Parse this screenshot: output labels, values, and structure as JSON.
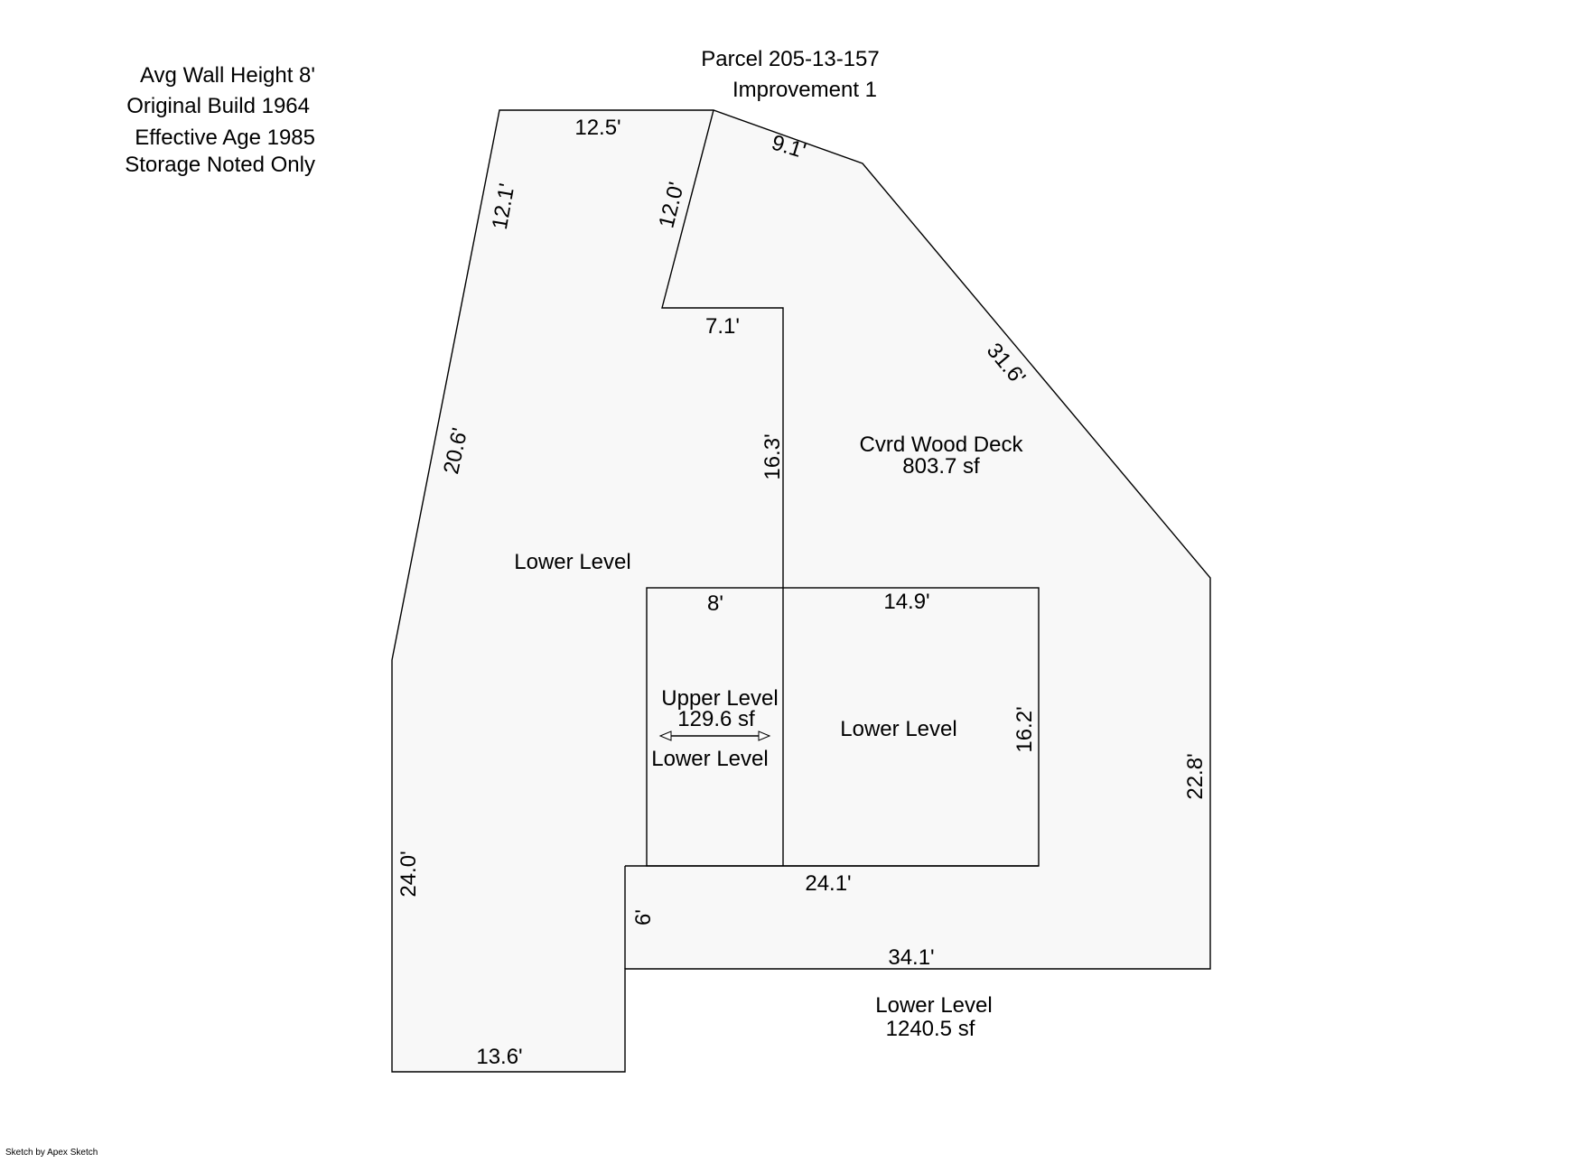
{
  "notes": {
    "wall_height": "Avg Wall Height 8'",
    "original_build": "Original Build 1964",
    "effective_age": "Effective Age 1985",
    "storage": "Storage Noted Only"
  },
  "header": {
    "parcel": "Parcel 205-13-157",
    "improvement": "Improvement 1"
  },
  "areas": {
    "deck_name": "Cvrd Wood Deck",
    "deck_area": "803.7 sf",
    "lower_main": "Lower Level",
    "upper_name": "Upper Level",
    "upper_area": "129.6 sf",
    "lower_under_upper": "Lower Level",
    "lower_right": "Lower Level",
    "lower_total_name": "Lower Level",
    "lower_total_area": "1240.5 sf"
  },
  "dimensions": {
    "top_left": "12.5'",
    "top_right": "9.1'",
    "left_upper": "12.1'",
    "notch_diag": "12.0'",
    "notch_top": "7.1'",
    "inner_vertical": "16.3'",
    "right_diag": "31.6'",
    "left_mid": "20.6'",
    "upper_width": "8'",
    "lower_right_width": "14.9'",
    "lower_right_height": "16.2'",
    "right_side": "22.8'",
    "bottom_inner": "24.1'",
    "step": "6'",
    "bottom_wide": "34.1'",
    "left_lower": "24.0'",
    "bottom_left": "13.6'"
  },
  "footer": {
    "credit": "Sketch by Apex Sketch"
  }
}
